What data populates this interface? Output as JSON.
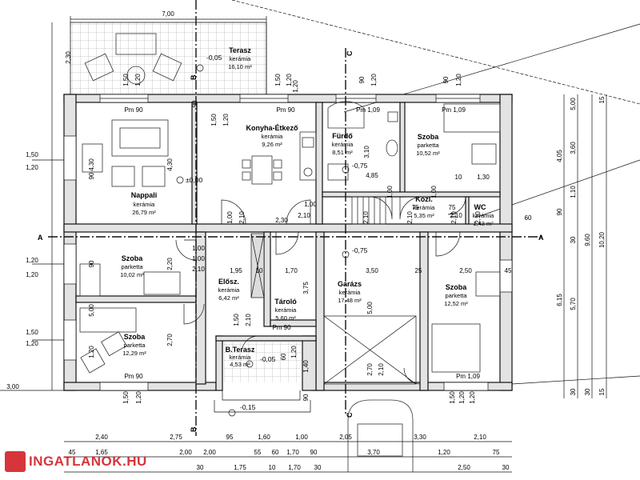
{
  "rooms": [
    {
      "name": "Terasz",
      "floor": "kerámia",
      "area": "16,10 m²"
    },
    {
      "name": "Konyha-Étkező",
      "floor": "kerámia",
      "area": "9,26 m²"
    },
    {
      "name": "Fürdő",
      "floor": "kerámia",
      "area": "8,51 m²"
    },
    {
      "name": "Szoba",
      "floor": "parketta",
      "area": "10,52 m²"
    },
    {
      "name": "Nappali",
      "floor": "kerámia",
      "area": "26,79 m²"
    },
    {
      "name": "Közl.",
      "floor": "kerámia",
      "area": "5,35 m²"
    },
    {
      "name": "WC",
      "floor": "kerámia",
      "area": "1,43 m²"
    },
    {
      "name": "Szoba",
      "floor": "parketta",
      "area": "10,02 m²"
    },
    {
      "name": "Elősz.",
      "floor": "kerámia",
      "area": "6,42 m²"
    },
    {
      "name": "Tároló",
      "floor": "kerámia",
      "area": "5,60 m²"
    },
    {
      "name": "Garázs",
      "floor": "kerámia",
      "area": "17,48 m²"
    },
    {
      "name": "Szoba",
      "floor": "parketta",
      "area": "12,52 m²"
    },
    {
      "name": "Szoba",
      "floor": "parketta",
      "area": "12,29 m²"
    },
    {
      "name": "B.Terasz",
      "floor": "kerámia",
      "area": "4,53 m²"
    }
  ],
  "levels": [
    "-0,05",
    "±0,00",
    "-0,75",
    "-0,75",
    "-0,05",
    "-0,15"
  ],
  "section_markers": [
    "A",
    "A",
    "B",
    "B",
    "C",
    "C"
  ],
  "window_labels": [
    "Pm 90",
    "Pm 90",
    "Pm 1,09",
    "Pm 1,09",
    "Pm 90",
    "Pm 90",
    "Pm 1,09"
  ],
  "top_dimensions": [
    "7,00"
  ],
  "bottom_dimensions_row1": [
    "2,40",
    "2,75",
    "95",
    "1,60",
    "1,00",
    "2,05",
    "3,30",
    "2,10"
  ],
  "bottom_dimensions_row2": [
    "45",
    "1,65",
    "2,00",
    "2,00",
    "55",
    "60",
    "1,70",
    "90",
    "3,70",
    "1,20",
    "75"
  ],
  "bottom_dimensions_row3": [
    "30",
    "1,75",
    "10",
    "1,70",
    "30",
    "2,50",
    "30"
  ],
  "left_dimensions": [
    "2,30",
    "1,50",
    "1,20",
    "1,20",
    "1,20",
    "1,50",
    "1,20",
    "3,00"
  ],
  "right_dimensions": [
    "4,05",
    "3,60",
    "5,00",
    "9,60",
    "10,20",
    "6,15",
    "5,70",
    "90",
    "1,10",
    "60",
    "15",
    "30",
    "30",
    "15",
    "30"
  ],
  "inner_dimensions": [
    "1,50",
    "1,20",
    "1,50",
    "1,20",
    "90",
    "1,20",
    "90",
    "1,20",
    "4,30",
    "4,30",
    "1,00",
    "2,10",
    "1,00",
    "2,10",
    "2,30",
    "2,10",
    "1,00",
    "2,10",
    "1,00",
    "2,10",
    "2,10",
    "75",
    "2,10",
    "75",
    "3,10",
    "4,85",
    "10",
    "1,30",
    "1,00",
    "1,95",
    "10",
    "1,70",
    "3,50",
    "25",
    "2,50",
    "45",
    "1,00",
    "2,20",
    "2,10",
    "3,75",
    "5,00",
    "5,00",
    "2,70",
    "2,70",
    "2,10",
    "1,50",
    "2,10",
    "60",
    "1,20",
    "1,40",
    "90",
    "1,20",
    "1,50",
    "1,20",
    "90",
    "90",
    "1,20",
    "1,50",
    "1,20",
    "90",
    "1,20",
    "1,50",
    "1,20"
  ],
  "watermark": "INGATLANOK.HU",
  "colors": {
    "wall_fill": "#e3e3e3",
    "line": "#111111",
    "watermark": "#d0121b"
  }
}
